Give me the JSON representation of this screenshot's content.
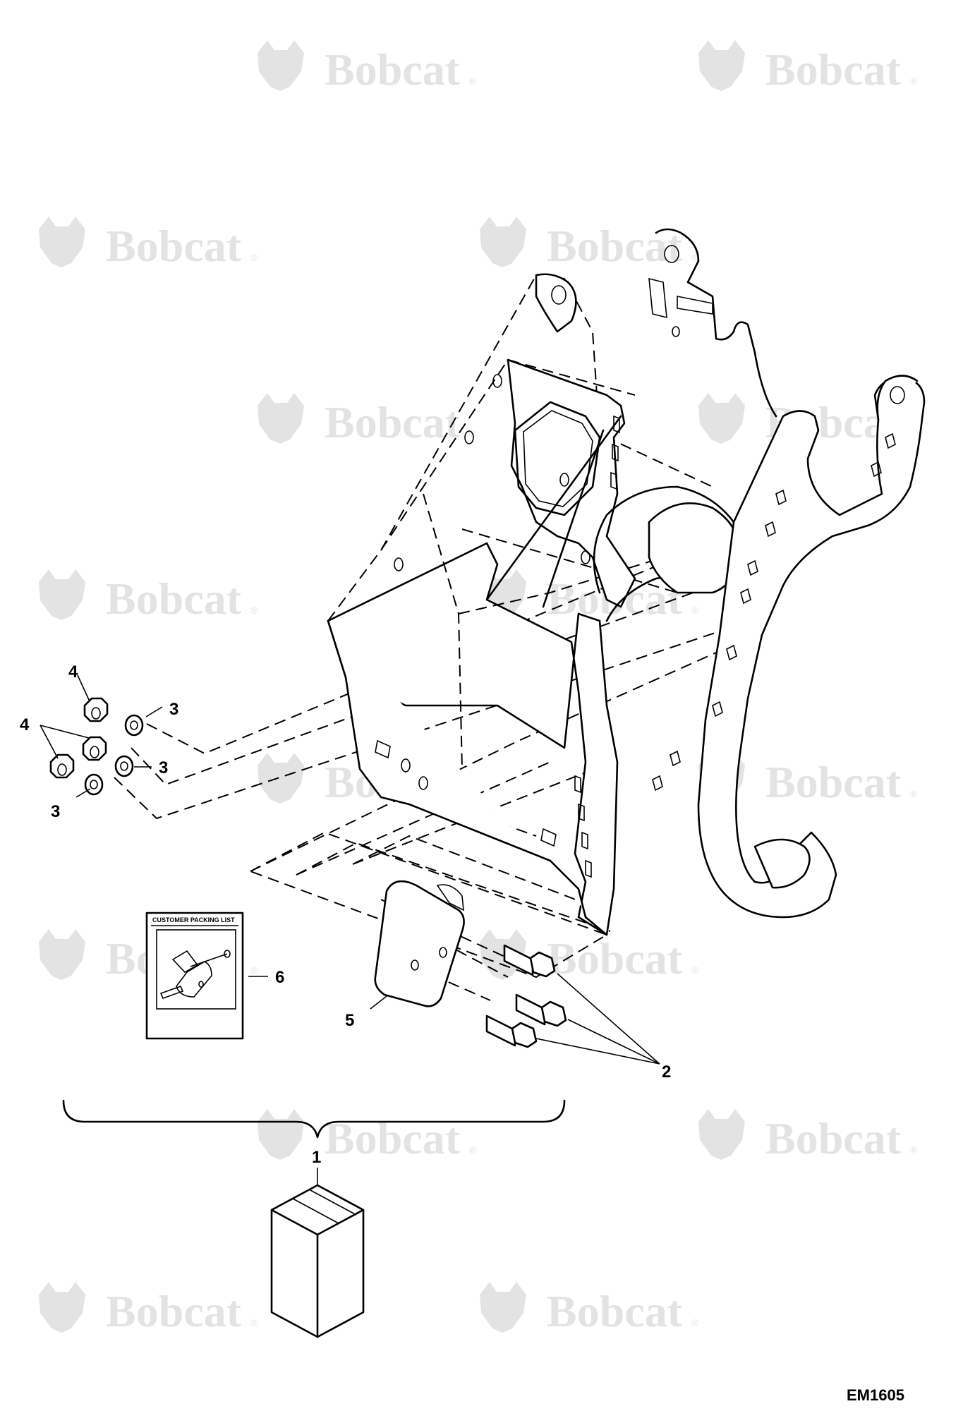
{
  "watermark": {
    "text": "Bobcat",
    "reg": "®"
  },
  "callouts": {
    "c1": "1",
    "c2": "2",
    "c3a": "3",
    "c3b": "3",
    "c3c": "3",
    "c4a": "4",
    "c4b": "4",
    "c5": "5",
    "c6": "6"
  },
  "packing_list": {
    "title": "CUSTOMER PACKING LIST"
  },
  "drawing_code": "EM1605"
}
